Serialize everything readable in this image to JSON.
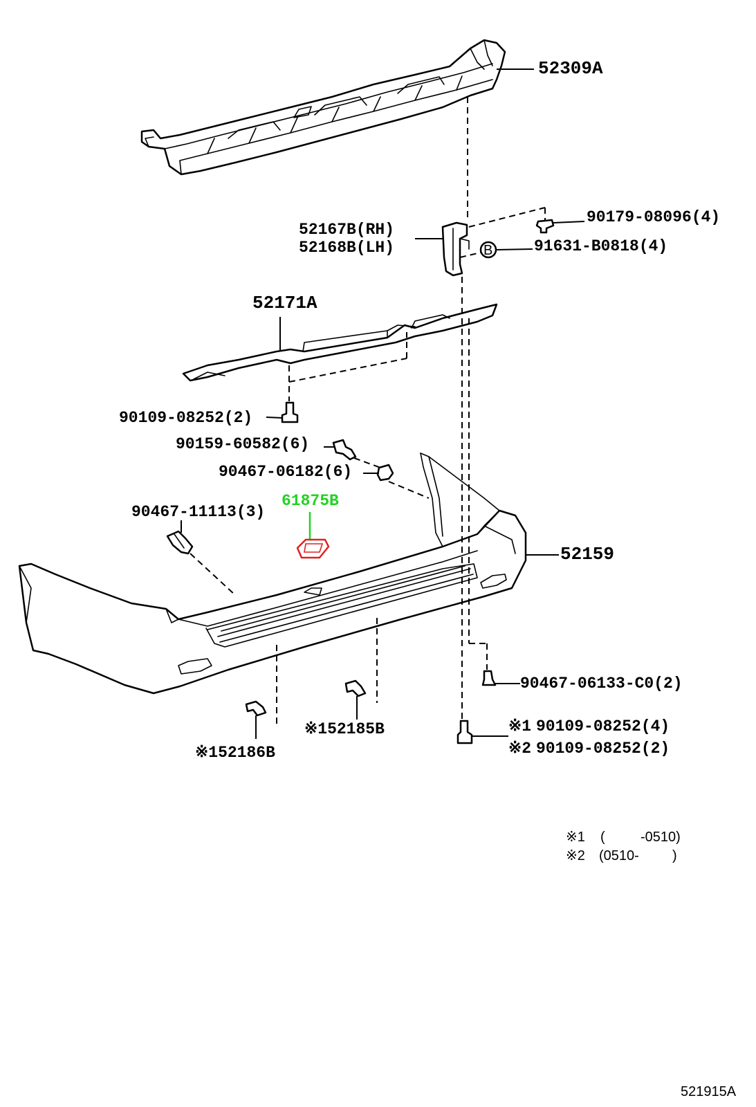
{
  "labels": {
    "p52309A": "52309A",
    "p52167B": "52167B(RH)",
    "p52168B": "52168B(LH)",
    "p90179": "90179-08096(4)",
    "p91631": "91631-B0818(4)",
    "p52171A": "52171A",
    "p90109a": "90109-08252(2)",
    "p90159": "90159-60582(6)",
    "p90467a": "90467-06182(6)",
    "p61875B": "61875B",
    "p90467b": "90467-11113(3)",
    "p52159": "52159",
    "p90467c": "90467-06133-C0(2)",
    "p90109b_mark": "※1",
    "p90109b": "90109-08252(4)",
    "p90109c_mark": "※2",
    "p90109c": "90109-08252(2)",
    "p52185B": "※152185B",
    "p52186B": "※152186B",
    "bolt_b_letter": "B"
  },
  "notes": {
    "line1_mark": "※1",
    "line1_open": "(",
    "line1_range": "-0510)",
    "line2_mark": "※2",
    "line2_range": "(0510-",
    "line2_close": ")"
  },
  "diagram_code": "521915A",
  "colors": {
    "highlight_label": "#22d322",
    "highlight_part": "#e02020",
    "ink": "#000000"
  }
}
